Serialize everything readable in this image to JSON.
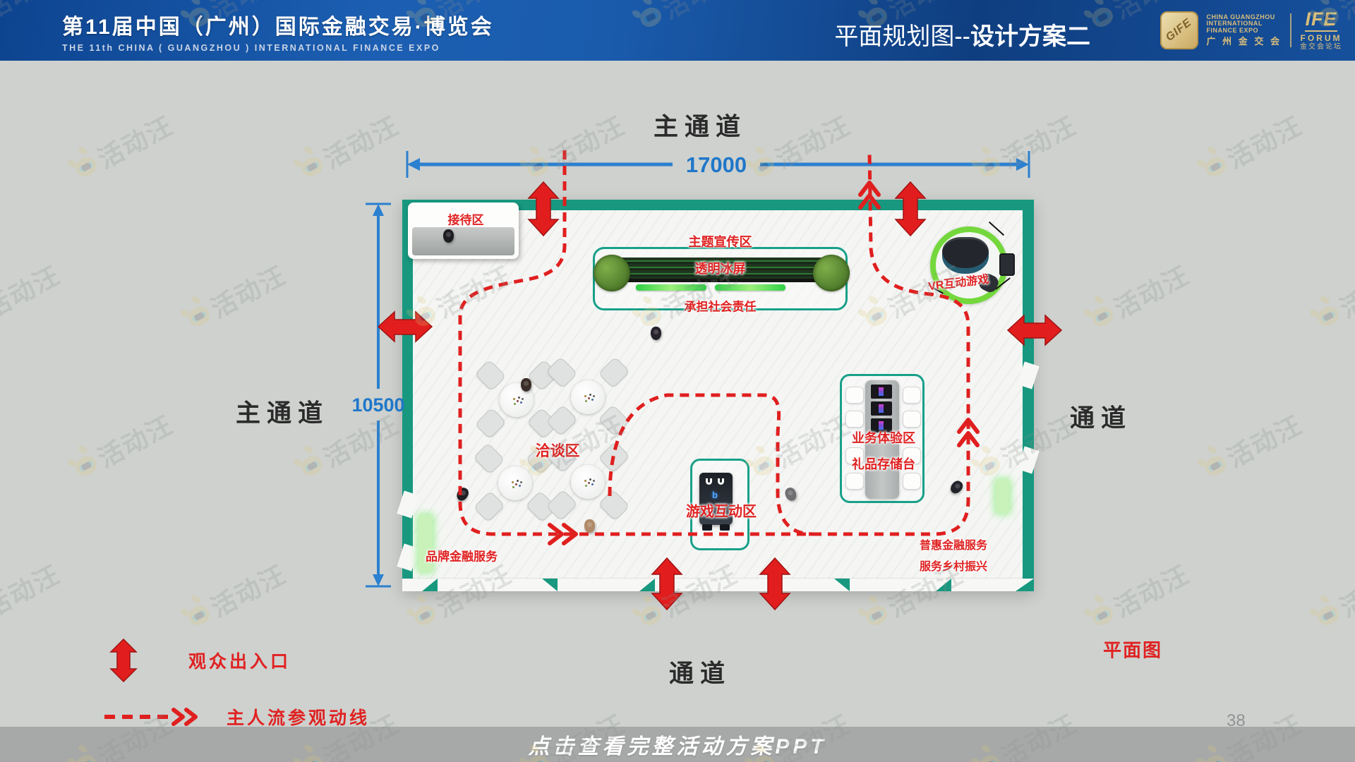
{
  "header": {
    "title_cn": "第11届中国（广州）国际金融交易·博览会",
    "title_en": "THE 11th CHINA ( GUANGZHOU ) INTERNATIONAL FINANCE EXPO",
    "page_title_prefix": "平面规划图--",
    "page_title_bold": "设计方案二",
    "gife": {
      "logo_text": "GIFE",
      "line1": "CHINA GUANGZHOU",
      "line2": "INTERNATIONAL",
      "line3": "FINANCE EXPO",
      "line4": "广 州 金 交 会"
    },
    "ife": {
      "logo_text": "IFE",
      "line1": "FORUM",
      "line2": "金交会论坛"
    }
  },
  "plan": {
    "aisle_top": "主通道",
    "aisle_left": "主通道",
    "aisle_right": "通道",
    "aisle_bottom": "通道",
    "dim_width": "17000",
    "dim_height": "10500",
    "plan_label": "平面图",
    "zones": {
      "reception": "接待区",
      "theme": "主题宣传区",
      "ice_screen": "透明冰屏",
      "responsibility": "承担社会责任",
      "vr": "VR互动游戏",
      "negotiation": "洽谈区",
      "game": "游戏互动区",
      "business": "业务体验区",
      "gift": "礼品存储台",
      "brand": "品牌金融服务",
      "inclusive": "普惠金融服务",
      "rural": "服务乡村振兴"
    }
  },
  "legend": {
    "entrance": "观众出入口",
    "flow": "主人流参观动线"
  },
  "footer": {
    "cta": "点击查看完整活动方案PPT",
    "page_number": "38"
  },
  "watermark": {
    "text": "活动汪"
  },
  "colors": {
    "accent_red": "#e02222",
    "booth_teal": "#17987f",
    "dimension_blue": "#2b80cf",
    "logo_gold": "#d9bd7a",
    "header_blue": "#1a5bac"
  }
}
